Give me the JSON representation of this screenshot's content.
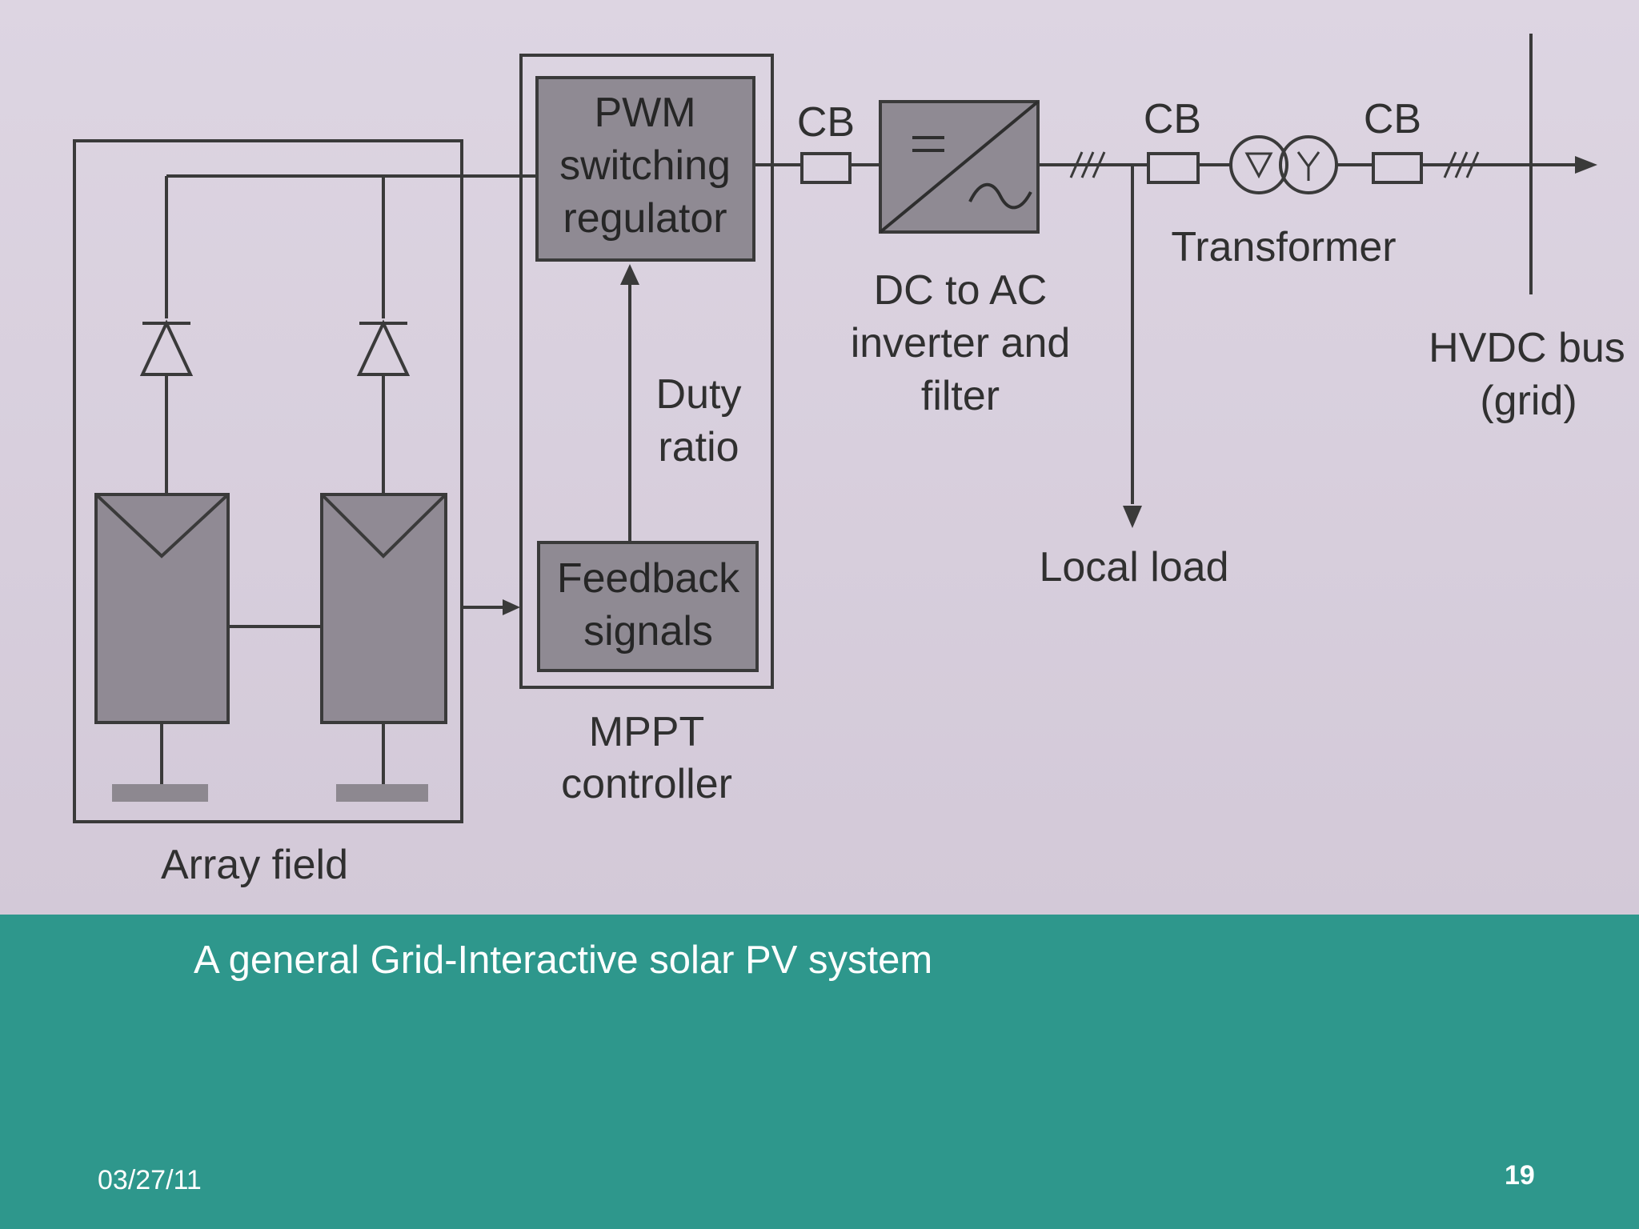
{
  "diagram": {
    "labels": {
      "pwm_line1": "PWM",
      "pwm_line2": "switching",
      "pwm_line3": "regulator",
      "duty_line1": "Duty",
      "duty_line2": "ratio",
      "feedback_line1": "Feedback",
      "feedback_line2": "signals",
      "mppt_line1": "MPPT",
      "mppt_line2": "controller",
      "array_field": "Array field",
      "cb1": "CB",
      "cb2": "CB",
      "cb3": "CB",
      "inverter_line1": "DC to AC",
      "inverter_line2": "inverter and",
      "inverter_line3": "filter",
      "transformer": "Transformer",
      "local_load": "Local load",
      "hvdc_line1": "HVDC bus",
      "hvdc_line2": "(grid)"
    },
    "colors": {
      "line": "#3a3a3a",
      "block_fill": "#8f8a93",
      "panel_fill": "#908a94",
      "background": "#d9d0de"
    }
  },
  "slide": {
    "caption": "A general Grid-Interactive solar PV system",
    "date": "03/27/11",
    "page_number": "19",
    "accent_color": "#2e978c"
  }
}
